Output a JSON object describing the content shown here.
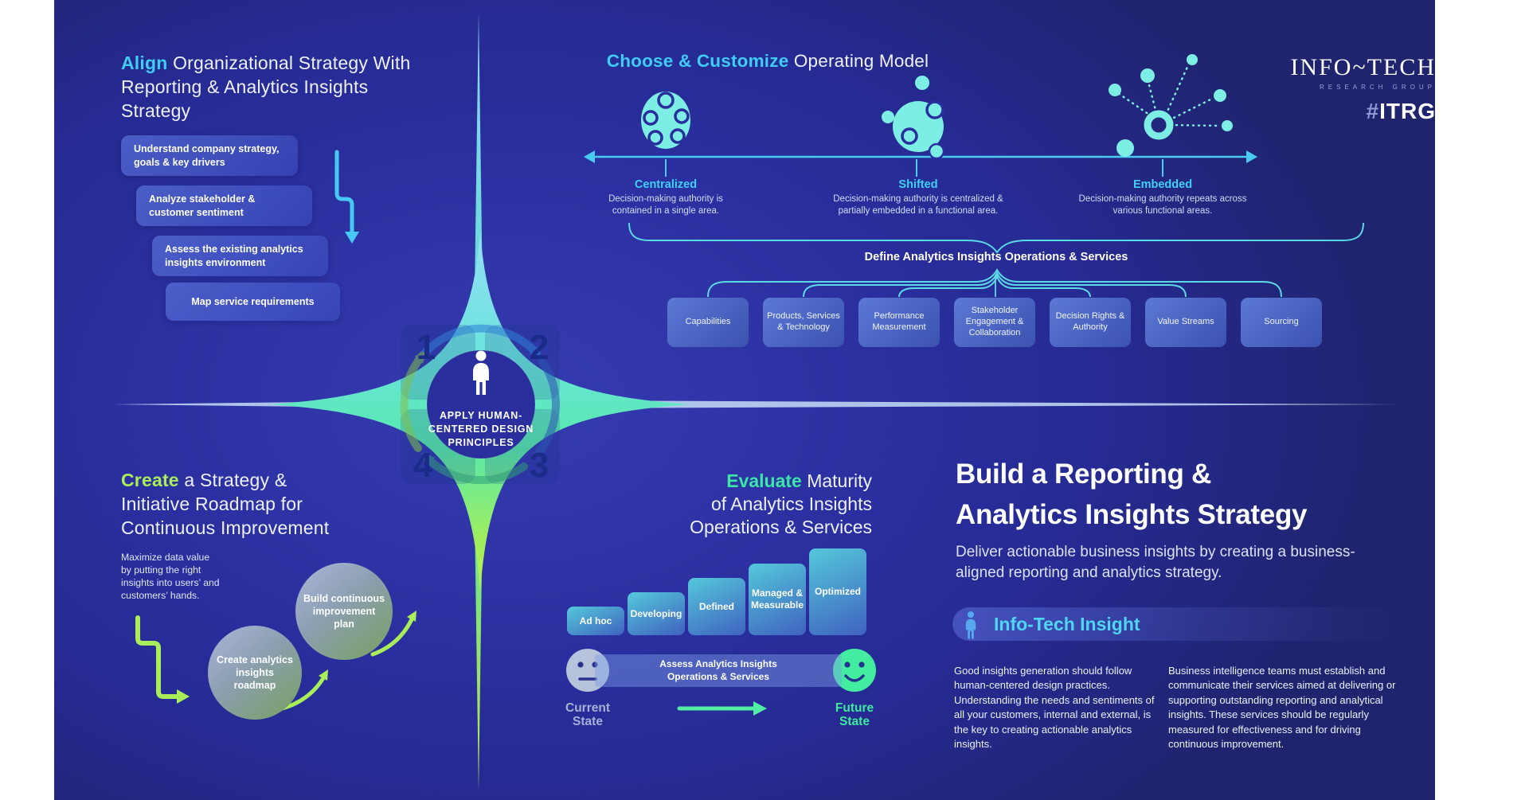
{
  "logo": {
    "brand": "INFO~TECH",
    "sub": "RESEARCH GROUP",
    "tag_hash": "#",
    "tag_text": "ITRG"
  },
  "align": {
    "title_accent": "Align",
    "title_rest": " Organizational Strategy With Reporting & Analytics Insights Strategy",
    "steps": [
      "Understand company strategy, goals & key drivers",
      "Analyze stakeholder & customer sentiment",
      "Assess the existing analytics insights environment",
      "Map service requirements"
    ]
  },
  "choose": {
    "title_accent": "Choose & Customize",
    "title_rest": " Operating Model",
    "models": [
      {
        "name": "Centralized",
        "desc": "Decision-making authority is contained in a single area."
      },
      {
        "name": "Shifted",
        "desc": "Decision-making authority is centralized & partially embedded in a functional area."
      },
      {
        "name": "Embedded",
        "desc": "Decision-making authority repeats across various functional areas."
      }
    ],
    "define_heading": "Define Analytics Insights Operations & Services",
    "services": [
      "Capabilities",
      "Products, Services & Technology",
      "Performance Measurement",
      "Stakeholder Engagement & Collaboration",
      "Decision Rights & Authority",
      "Value Streams",
      "Sourcing"
    ]
  },
  "center": {
    "numbers": [
      "1",
      "2",
      "3",
      "4"
    ],
    "label_lines": [
      "APPLY HUMAN-",
      "CENTERED DESIGN",
      "PRINCIPLES"
    ]
  },
  "create": {
    "title_accent": "Create",
    "title_rest": " a Strategy & Initiative Roadmap for Continuous Improvement",
    "note": "Maximize data value by putting the right insights into users’ and customers’ hands.",
    "bubbles": [
      "Create analytics insights roadmap",
      "Build continuous improvement plan"
    ]
  },
  "evaluate": {
    "title_accent": "Evaluate",
    "title_line1_rest": " Maturity",
    "title_line2": "of Analytics Insights",
    "title_line3": "Operations & Services",
    "maturity_levels": [
      "Ad hoc",
      "Developing",
      "Defined",
      "Managed & Measurable",
      "Optimized"
    ],
    "assess_label": "Assess Analytics Insights Operations & Services",
    "current_label": "Current State",
    "future_label": "Future State"
  },
  "main": {
    "title_line1": "Build a Reporting &",
    "title_line2": "Analytics Insights Strategy",
    "subtitle": "Deliver actionable business insights by creating a business-aligned reporting and analytics strategy.",
    "insight_title": "Info-Tech Insight",
    "insight_p1": "Good insights generation should follow human-centered design practices. Understanding the needs and sentiments of all your customers, internal and external, is the key to creating actionable analytics insights.",
    "insight_p2": "Business intelligence teams must establish and communicate their services aimed at delivering or supporting outstanding reporting and analytical insights. These services should be regularly measured for effectiveness and for driving continuous improvement."
  },
  "colors": {
    "background": "#2a2e9c",
    "cyan_accent": "#3fcdf5",
    "turquoise": "#7ceee3",
    "lime_accent": "#a9ee58",
    "green_accent": "#3ce6a6",
    "dark_navy": "#1b2b8a"
  }
}
